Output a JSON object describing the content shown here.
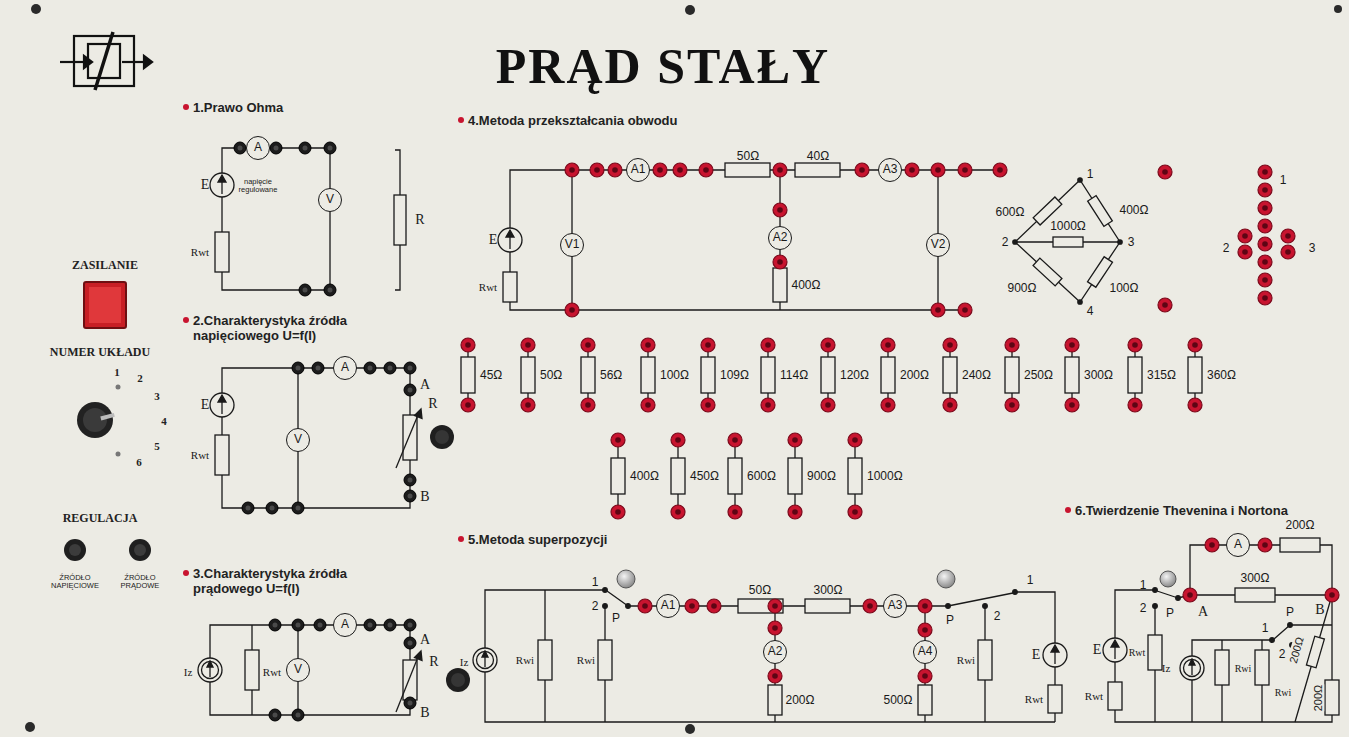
{
  "diagram": {
    "title": "PRĄD STAŁY",
    "nodes": [
      {
        "text": [
          "A"
        ]
      },
      {
        "text": [
          "V"
        ]
      },
      {
        "text": [
          "A"
        ]
      },
      {
        "text": [
          "V"
        ]
      },
      {
        "text": [
          "A"
        ]
      },
      {
        "text": [
          "V"
        ]
      },
      {
        "text": [
          "A1"
        ]
      },
      {
        "text": [
          "A2"
        ]
      },
      {
        "text": [
          "A3"
        ]
      },
      {
        "text": [
          "V1"
        ]
      },
      {
        "text": [
          "V2"
        ]
      },
      {
        "text": [
          "A1"
        ]
      },
      {
        "text": [
          "A2"
        ]
      },
      {
        "text": [
          "A3"
        ]
      },
      {
        "text": [
          "A4"
        ]
      },
      {
        "text": [
          "A"
        ]
      }
    ],
    "labels": [
      "ZASILANIE",
      "NUMER UKŁADU",
      "1",
      "2",
      "3",
      "4",
      "5",
      "6",
      "REGULACJA",
      "ŹRÓDŁO NAPIĘCIOWE",
      "ŹRÓDŁO PRĄDOWE",
      "1.Prawo Ohma",
      "E",
      "napięcie regulowane",
      "Rwt",
      "R",
      "2.Charakterystyka źródła napięciowego U=f(I)",
      "E",
      "Rwt",
      "A",
      "R",
      "B",
      "3.Charakterystyka źródła prądowego U=f(I)",
      "Iz",
      "Rwt",
      "A",
      "R",
      "B",
      "4.Metoda przekształcania obwodu",
      "E",
      "Rwt",
      "50Ω",
      "40Ω",
      "400Ω",
      "1",
      "600Ω",
      "400Ω",
      "2",
      "1000Ω",
      "3",
      "900Ω",
      "100Ω",
      "4",
      "1",
      "2",
      "3",
      "45Ω",
      "50Ω",
      "56Ω",
      "100Ω",
      "109Ω",
      "114Ω",
      "120Ω",
      "200Ω",
      "240Ω",
      "250Ω",
      "300Ω",
      "315Ω",
      "360Ω",
      "400Ω",
      "450Ω",
      "600Ω",
      "900Ω",
      "1000Ω",
      "5.Metoda superpozycji",
      "1",
      "2",
      "P",
      "50Ω",
      "300Ω",
      "200Ω",
      "500Ω",
      "P",
      "1",
      "2",
      "Iz",
      "Rwi",
      "Rwi",
      "Rwi",
      "E",
      "Rwt",
      "6.Twierdzenie Thevenina i Nortona",
      "200Ω",
      "1",
      "2",
      "P",
      "A",
      "300Ω",
      "B",
      "E",
      "Rwt",
      "Rwt",
      "Iz",
      "Rwi",
      "Rwi",
      "P",
      "1",
      "2",
      "200Ω",
      "200Ω"
    ]
  }
}
